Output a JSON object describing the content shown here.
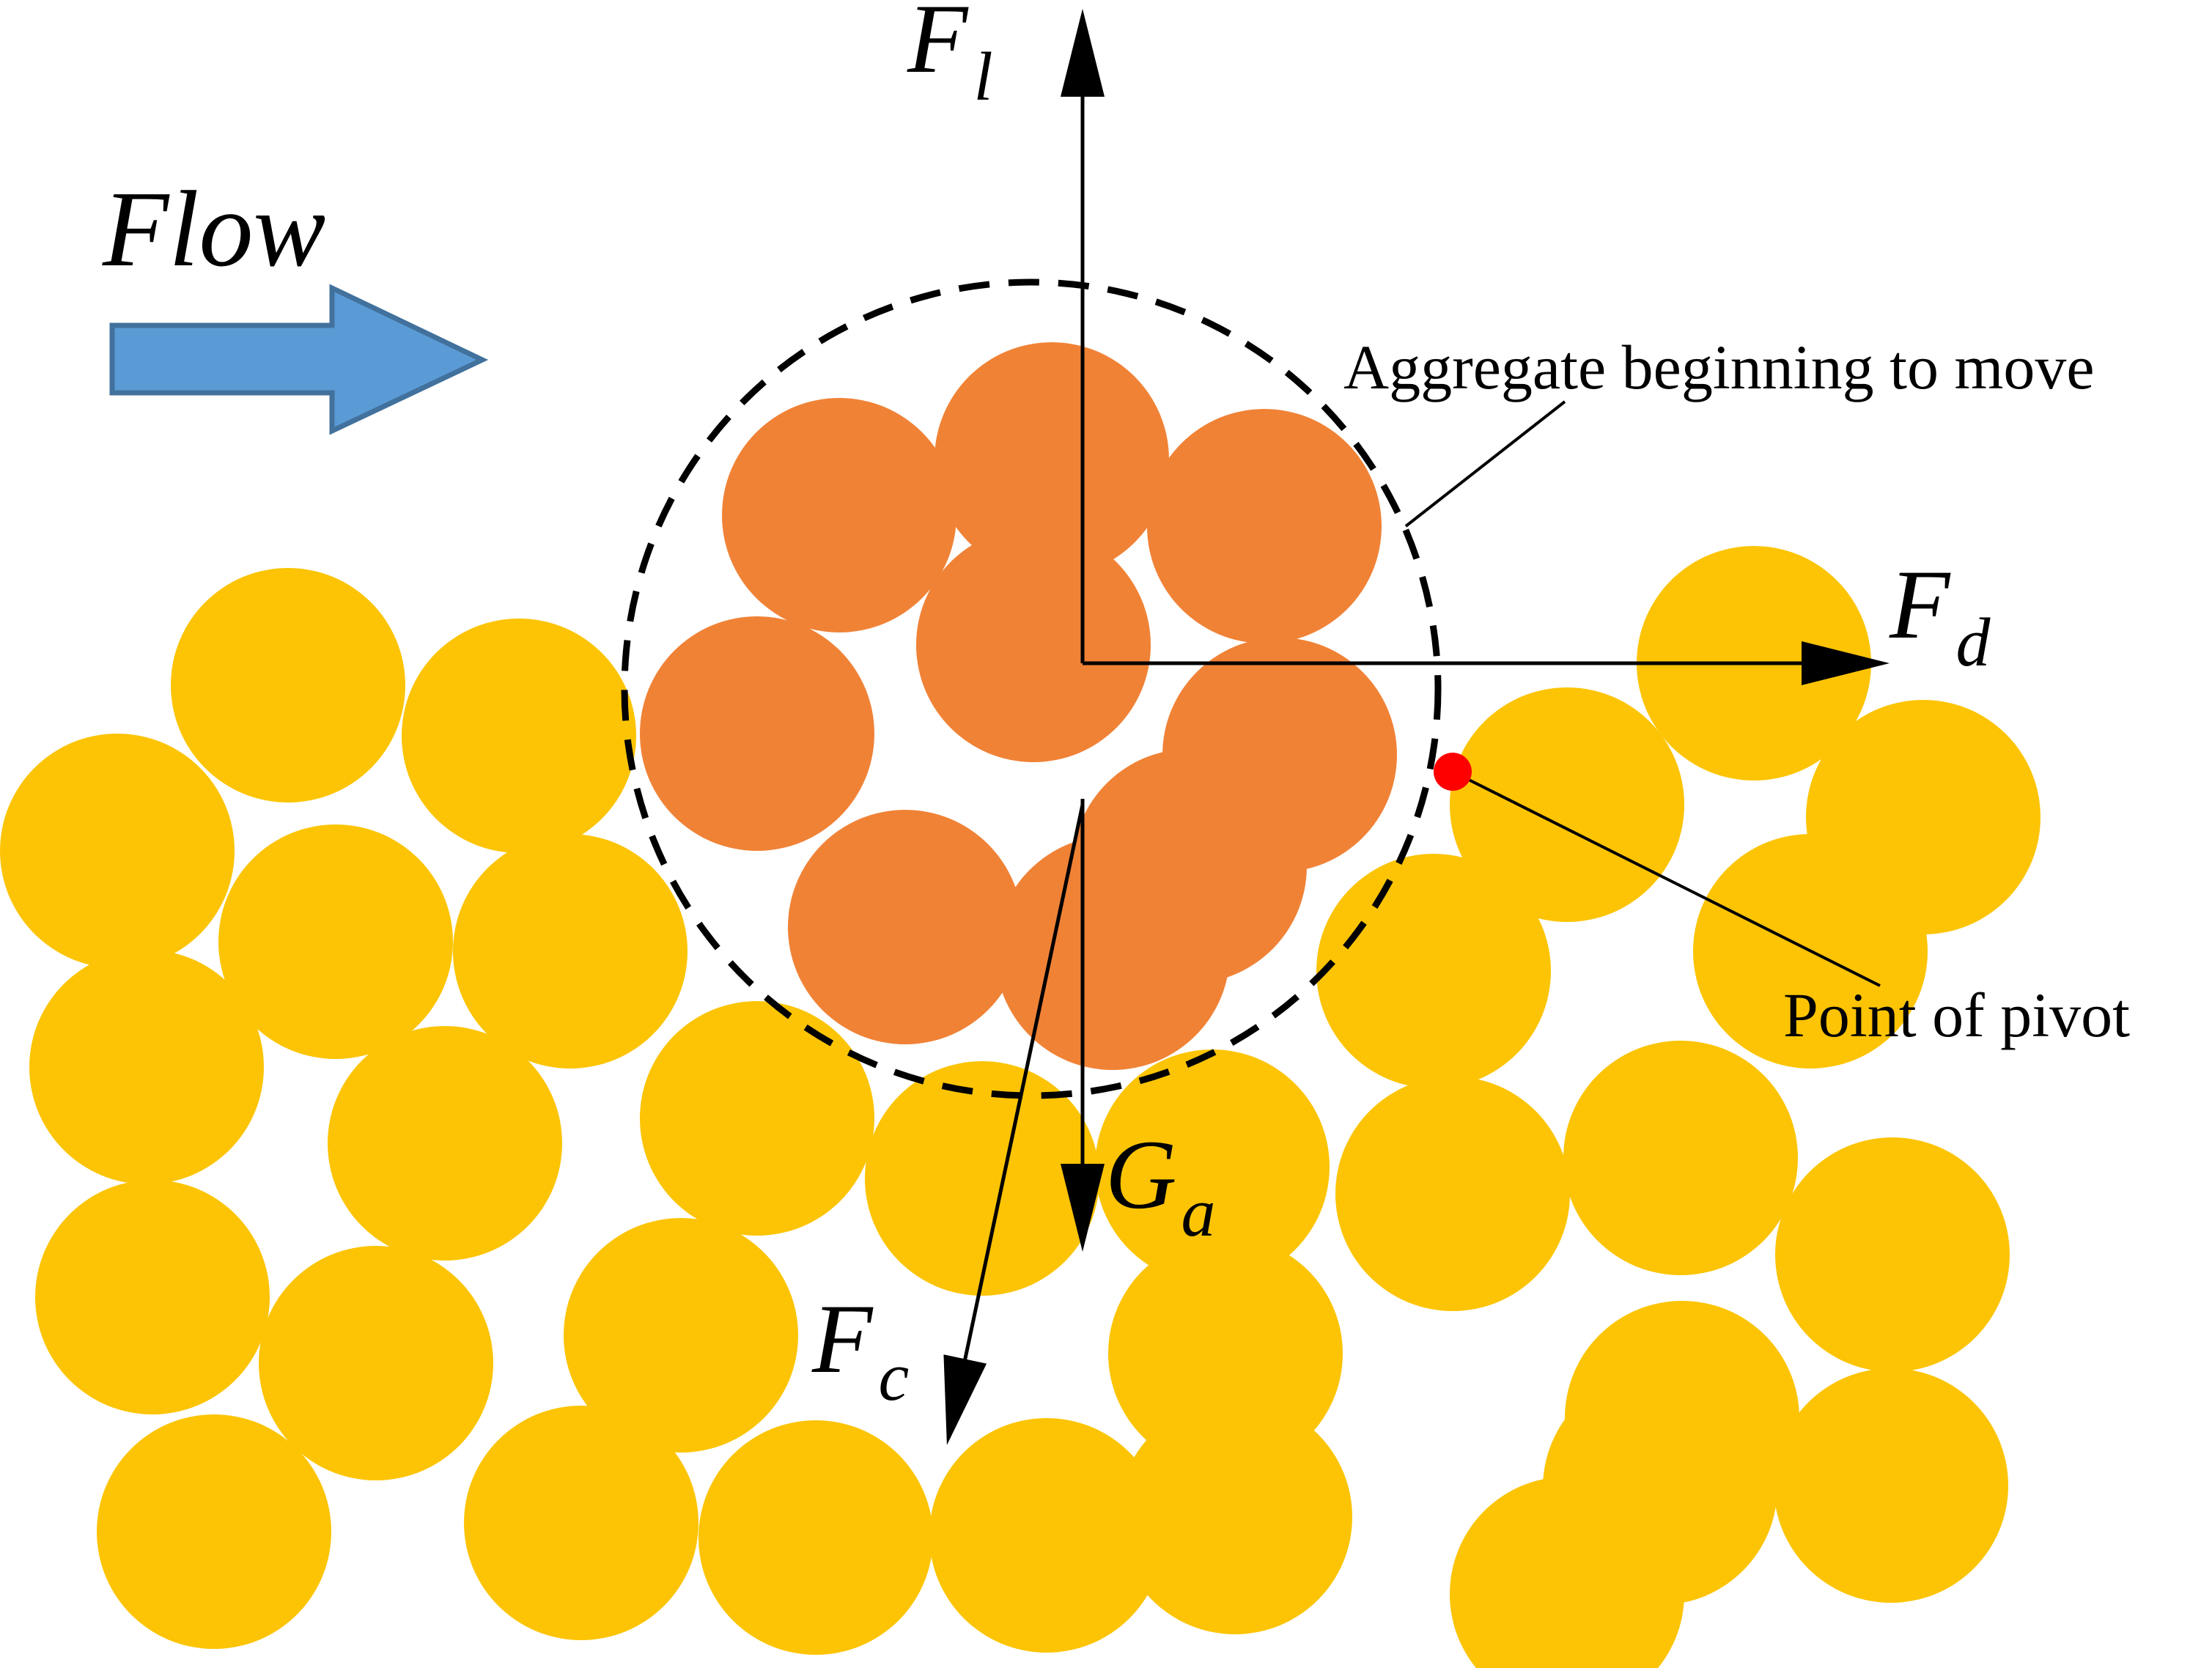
{
  "diagram": {
    "flow_label": "Flow",
    "forces": {
      "lift": {
        "symbol": "F",
        "subscript": "l"
      },
      "drag": {
        "symbol": "F",
        "subscript": "d"
      },
      "gravity": {
        "symbol": "G",
        "subscript": "a"
      },
      "cohesion": {
        "symbol": "F",
        "subscript": "c"
      }
    },
    "annotations": {
      "aggregate": "Aggregate beginning to move",
      "pivot": "Point of pivot"
    },
    "colors": {
      "bed_particle": "#FCC404",
      "aggregate_particle": "#F08236",
      "flow_arrow_fill": "#5B9BD5",
      "flow_arrow_stroke": "#41719C",
      "pivot_point": "#FF0000",
      "lines": "#000000"
    }
  }
}
